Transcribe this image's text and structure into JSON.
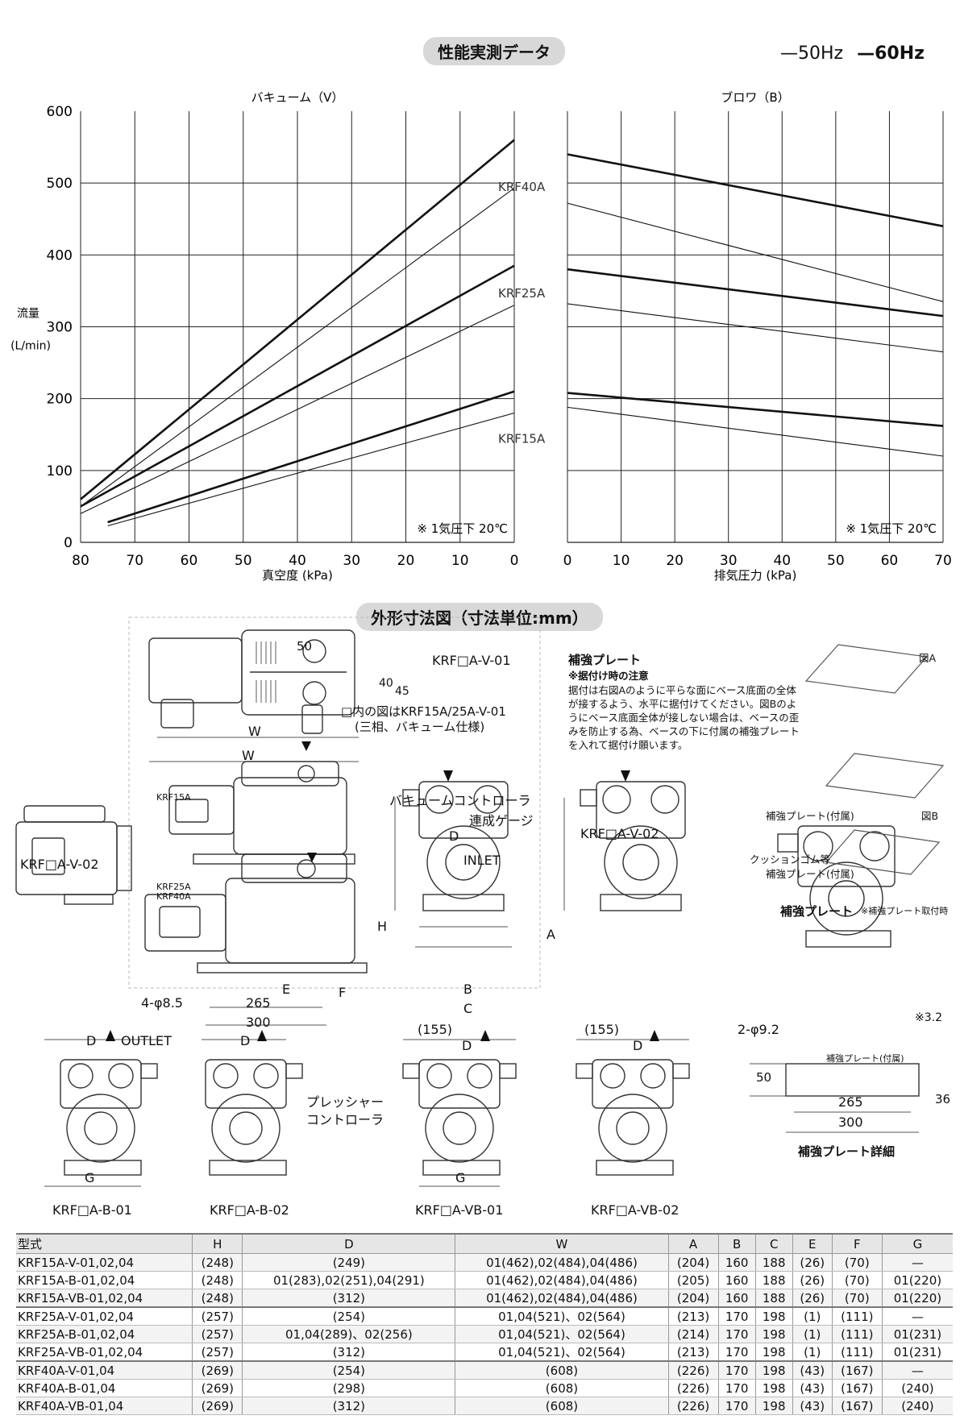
{
  "titles": {
    "performance": "性能実測データ",
    "dimensions": "外形寸法図（寸法単位:mm）"
  },
  "legend": {
    "hz50": "—50Hz",
    "hz60": "—60Hz"
  },
  "chart_data": [
    {
      "type": "line",
      "title": "バキューム（V）",
      "xlabel": "真空度 (kPa)",
      "ylabel": "流量 (L/min)",
      "xlim": [
        80,
        0
      ],
      "ylim": [
        0,
        600
      ],
      "xticks": [
        80,
        70,
        60,
        50,
        40,
        30,
        20,
        10,
        0
      ],
      "yticks": [
        0,
        100,
        200,
        300,
        400,
        500,
        600
      ],
      "grid": true,
      "note": "※ 1気圧下 20℃",
      "series": [
        {
          "name": "KRF40A",
          "freq": "60Hz",
          "x": [
            80,
            0
          ],
          "y": [
            60,
            560
          ]
        },
        {
          "name": "KRF40A",
          "freq": "50Hz",
          "x": [
            80,
            0
          ],
          "y": [
            50,
            493
          ]
        },
        {
          "name": "KRF25A",
          "freq": "60Hz",
          "x": [
            80,
            0
          ],
          "y": [
            50,
            385
          ]
        },
        {
          "name": "KRF25A",
          "freq": "50Hz",
          "x": [
            80,
            0
          ],
          "y": [
            40,
            330
          ]
        },
        {
          "name": "KRF15A",
          "freq": "60Hz",
          "x": [
            75,
            0
          ],
          "y": [
            28,
            210
          ]
        },
        {
          "name": "KRF15A",
          "freq": "50Hz",
          "x": [
            75,
            0
          ],
          "y": [
            23,
            180
          ]
        }
      ]
    },
    {
      "type": "line",
      "title": "ブロワ（B）",
      "xlabel": "排気圧力 (kPa)",
      "xlim": [
        0,
        70
      ],
      "ylim": [
        0,
        600
      ],
      "xticks": [
        0,
        10,
        20,
        30,
        40,
        50,
        60,
        70
      ],
      "grid": true,
      "note": "※ 1気圧下 20℃",
      "series": [
        {
          "name": "KRF40A",
          "freq": "60Hz",
          "x": [
            0,
            70
          ],
          "y": [
            540,
            440
          ]
        },
        {
          "name": "KRF40A",
          "freq": "50Hz",
          "x": [
            0,
            70
          ],
          "y": [
            472,
            335
          ]
        },
        {
          "name": "KRF25A",
          "freq": "60Hz",
          "x": [
            0,
            70
          ],
          "y": [
            380,
            315
          ]
        },
        {
          "name": "KRF25A",
          "freq": "50Hz",
          "x": [
            0,
            70
          ],
          "y": [
            332,
            265
          ]
        },
        {
          "name": "KRF15A",
          "freq": "60Hz",
          "x": [
            0,
            70
          ],
          "y": [
            208,
            162
          ]
        },
        {
          "name": "KRF15A",
          "freq": "50Hz",
          "x": [
            0,
            70
          ],
          "y": [
            188,
            120
          ]
        }
      ]
    }
  ],
  "diagram": {
    "models": {
      "v01": "KRF□A-V-01",
      "v02": "KRF□A-V-02",
      "v02b": "KRF□A-V-02",
      "b01": "KRF□A-B-01",
      "b02": "KRF□A-B-02",
      "vb01": "KRF□A-VB-01",
      "vb02": "KRF□A-VB-02",
      "krf15a": "KRF15A",
      "krf25a": "KRF25A",
      "krf40a": "KRF40A"
    },
    "inset_note1": "□内の図はKRF15A/25A-V-01",
    "inset_note2": "(三相、バキューム仕様)",
    "labels": {
      "vac_controller": "バキュームコントローラ",
      "gauge": "連成ゲージ",
      "inlet": "INLET",
      "outlet": "OUTLET",
      "pressure_controller1": "プレッシャー",
      "pressure_controller2": "コントローラ"
    },
    "dims": {
      "d50": "50",
      "d40": "40",
      "d45": "45",
      "W1": "W",
      "W2": "W",
      "E": "E",
      "F": "F",
      "holes": "4-φ8.5",
      "d265": "265",
      "d300": "300",
      "D1": "D",
      "D2": "D",
      "D3": "D",
      "D4": "D",
      "D5": "D",
      "H": "H",
      "A": "A",
      "B": "B",
      "C": "C",
      "G1": "G",
      "G2": "G",
      "p155a": "(155)",
      "p155b": "(155)"
    },
    "plate": {
      "title": "補強プレート",
      "note_head": "※据付け時の注意",
      "note_lines": [
        "据付は右図Aのように平らな面にベース底面の全体",
        "が接するよう、水平に据付けてください。図Bのよ",
        "うにベース底面全体が接しない場合は、ベースの歪",
        "みを防止する為、ベースの下に付属の補強プレート",
        "を入れて据付け願います。"
      ],
      "figA": "図A",
      "figB": "図B",
      "plate_included": "補強プレート(付属)",
      "cushion": "クッションゴム等",
      "plate_included2": "補強プレート(付属)",
      "mount_title": "補強プレート",
      "mount_note": "※補強プレート取付時",
      "holes2": "2-φ9.2",
      "d32": "※3.2",
      "plate_included3": "補強プレート(付属)",
      "d50b": "50",
      "d36": "36",
      "d265b": "265",
      "d300b": "300",
      "detail": "補強プレート詳細"
    }
  },
  "table": {
    "headers": [
      "型式",
      "H",
      "D",
      "W",
      "A",
      "B",
      "C",
      "E",
      "F",
      "G"
    ],
    "rows": [
      [
        "KRF15A-V-01,02,04",
        "(248)",
        "(249)",
        "01(462),02(484),04(486)",
        "(204)",
        "160",
        "188",
        "(26)",
        "(70)",
        "—"
      ],
      [
        "KRF15A-B-01,02,04",
        "(248)",
        "01(283),02(251),04(291)",
        "01(462),02(484),04(486)",
        "(205)",
        "160",
        "188",
        "(26)",
        "(70)",
        "01(220)"
      ],
      [
        "KRF15A-VB-01,02,04",
        "(248)",
        "(312)",
        "01(462),02(484),04(486)",
        "(204)",
        "160",
        "188",
        "(26)",
        "(70)",
        "01(220)"
      ],
      [
        "KRF25A-V-01,02,04",
        "(257)",
        "(254)",
        "01,04(521)、02(564)",
        "(213)",
        "170",
        "198",
        "(1)",
        "(111)",
        "—"
      ],
      [
        "KRF25A-B-01,02,04",
        "(257)",
        "01,04(289)、02(256)",
        "01,04(521)、02(564)",
        "(214)",
        "170",
        "198",
        "(1)",
        "(111)",
        "01(231)"
      ],
      [
        "KRF25A-VB-01,02,04",
        "(257)",
        "(312)",
        "01,04(521)、02(564)",
        "(213)",
        "170",
        "198",
        "(1)",
        "(111)",
        "01(231)"
      ],
      [
        "KRF40A-V-01,04",
        "(269)",
        "(254)",
        "(608)",
        "(226)",
        "170",
        "198",
        "(43)",
        "(167)",
        "—"
      ],
      [
        "KRF40A-B-01,04",
        "(269)",
        "(298)",
        "(608)",
        "(226)",
        "170",
        "198",
        "(43)",
        "(167)",
        "(240)"
      ],
      [
        "KRF40A-VB-01,04",
        "(269)",
        "(312)",
        "(608)",
        "(226)",
        "170",
        "198",
        "(43)",
        "(167)",
        "(240)"
      ]
    ]
  }
}
